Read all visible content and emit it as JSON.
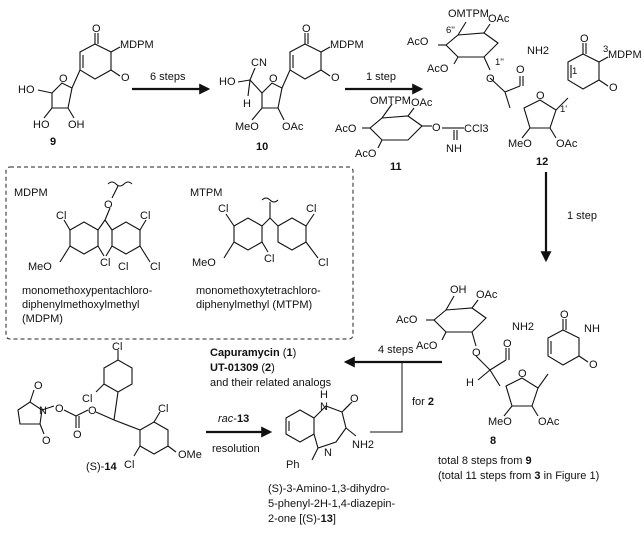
{
  "compounds": {
    "c9": {
      "number": "9",
      "group": "MDPM",
      "substituents": [
        "HO",
        "HO",
        "OH",
        "O",
        "O"
      ]
    },
    "c10": {
      "number": "10",
      "group": "MDPM",
      "substituents": [
        "HO",
        "CN",
        "MeO",
        "OAc",
        "O",
        "O",
        "H"
      ]
    },
    "c11": {
      "number": "11",
      "substituents": [
        "OMTPM",
        "OAc",
        "AcO",
        "AcO",
        "O",
        "CCl3",
        "NH"
      ]
    },
    "c12": {
      "number": "12",
      "group": "MDPM",
      "substituents": [
        "OMTPM",
        "OAc",
        "AcO",
        "AcO",
        "O",
        "NH2",
        "O",
        "MeO",
        "OAc"
      ],
      "locants": [
        "6''",
        "1''",
        "3",
        "1",
        "1'"
      ]
    },
    "c8": {
      "number": "8",
      "substituents": [
        "OH",
        "OAc",
        "AcO",
        "AcO",
        "O",
        "NH2",
        "O",
        "H",
        "MeO",
        "OAc",
        "O",
        "NH"
      ]
    },
    "c14": {
      "number": "14",
      "substituents": [
        "Cl",
        "Cl",
        "Cl",
        "OMe",
        "O",
        "O",
        "N"
      ]
    },
    "c13": {
      "substituents": [
        "H",
        "N",
        "O",
        "Ph",
        "N",
        "NH2"
      ]
    }
  },
  "arrows": {
    "a1": "6 steps",
    "a2": "1 step",
    "a3": "1 step",
    "a4": "4 steps",
    "a4_branch": "for",
    "a4_branch_num": "2",
    "a5_top_prefix": "rac",
    "a5_top_num": "13",
    "a5_bottom": "resolution"
  },
  "legend": {
    "mdpm_title": "MDPM",
    "mtpm_title": "MTPM",
    "mdpm_name_line1": "monomethoxypentachloro-",
    "mdpm_name_line2": "diphenylmethoxylmethyl",
    "mdpm_name_line3": "(MDPM)",
    "mtpm_name_line1": "monomethoxytetrachloro-",
    "mtpm_name_line2": "diphenylmethyl (MTPM)",
    "atoms": [
      "O",
      "Cl",
      "Cl",
      "Cl",
      "Cl",
      "Cl",
      "MeO",
      "Cl",
      "Cl",
      "Cl",
      "Cl",
      "MeO"
    ]
  },
  "products": {
    "line1_name": "Capuramycin",
    "line1_num": "1",
    "line2_name": "UT-01309",
    "line2_num": "2",
    "line3": "and their related analogs"
  },
  "notes": {
    "total_prefix": "total 8 steps from",
    "total_num": "9",
    "total2_prefix": "(total 11 steps from",
    "total2_num": "3",
    "total2_suffix": "in Figure 1)"
  },
  "c14_label": {
    "stereo": "(S)-",
    "num": "14"
  },
  "c13_label": {
    "line1": "(S)-3-Amino-1,3-dihydro-",
    "line2": "5-phenyl-2H-1,4-diazepin-",
    "line3_prefix": "2-one [(S)-",
    "line3_num": "13",
    "line3_suffix": "]"
  }
}
